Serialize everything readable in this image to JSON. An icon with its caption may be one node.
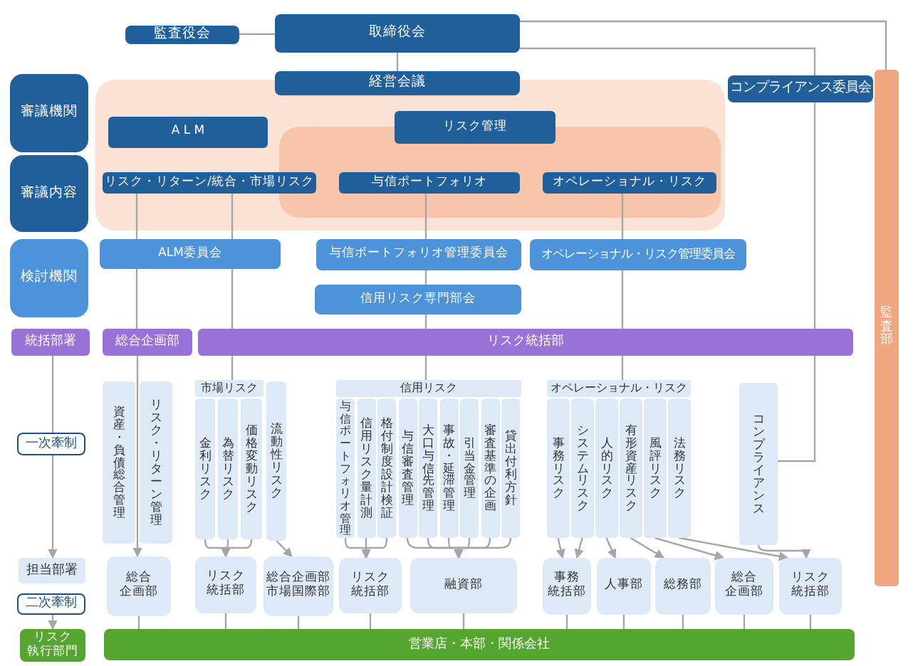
{
  "diagram": {
    "nodes": [
      {
        "text": [
          "監査役会"
        ]
      },
      {
        "text": [
          "取締役会"
        ]
      },
      {
        "text": [
          "審議機関"
        ]
      },
      {
        "text": [
          "審議内容"
        ]
      },
      {
        "text": [
          "経営会議"
        ]
      },
      {
        "text": [],
        "shape": "box"
      },
      {
        "text": [
          "A L M"
        ],
        "in": 5
      },
      {
        "text": [
          "リスク管理"
        ],
        "in": 5
      },
      {
        "text": [],
        "shape": "box",
        "in": 5
      },
      {
        "text": [
          "リスク・リターン/統合・市場リスク"
        ],
        "in": 5
      },
      {
        "text": [
          "与信ポートフォリオ"
        ],
        "in": 8
      },
      {
        "text": [
          "オペレーショナル・リスク"
        ],
        "in": 8
      },
      {
        "text": [
          "コンプライアンス委員会"
        ]
      },
      {
        "text": [
          "監査部"
        ]
      },
      {
        "text": [
          "検討機関"
        ]
      },
      {
        "text": [
          "ALM委員会"
        ]
      },
      {
        "text": [
          "与信ポートフォリオ管理委員会"
        ]
      },
      {
        "text": [
          "オペレーショナル・リスク管理委員会"
        ]
      },
      {
        "text": [
          "信用リスク専門部会"
        ]
      },
      {
        "text": [
          "統括部署"
        ]
      },
      {
        "text": [
          "総合企画部"
        ]
      },
      {
        "text": [
          "リスク統括部"
        ]
      },
      {
        "text": [
          "一次牽制"
        ]
      },
      {
        "text": [
          "資産・負債総合管理"
        ]
      },
      {
        "text": [
          "リスク・リターン管理"
        ]
      },
      {
        "text": [
          "市場リスク"
        ]
      },
      {
        "text": [
          "金利リスク"
        ]
      },
      {
        "text": [
          "為替リスク"
        ]
      },
      {
        "text": [
          "価格変動リスク"
        ]
      },
      {
        "text": [
          "流動性リスク"
        ]
      },
      {
        "text": [
          "信用リスク"
        ]
      },
      {
        "text": [
          "与信ポートフォリオ管理"
        ]
      },
      {
        "text": [
          "信用リスク量計測"
        ]
      },
      {
        "text": [
          "格付制度設計検証"
        ]
      },
      {
        "text": [
          "与信審査管理"
        ]
      },
      {
        "text": [
          "大口与信先管理"
        ]
      },
      {
        "text": [
          "事故・延滞管理"
        ]
      },
      {
        "text": [
          "引当金管理"
        ]
      },
      {
        "text": [
          "審査基準の企画"
        ]
      },
      {
        "text": [
          "貸出付利方針"
        ]
      },
      {
        "text": [
          "オペレーショナル・リスク"
        ]
      },
      {
        "text": [
          "事務リスク"
        ]
      },
      {
        "text": [
          "システムリスク"
        ]
      },
      {
        "text": [
          "人的リスク"
        ]
      },
      {
        "text": [
          "有形資産リスク"
        ]
      },
      {
        "text": [
          "風評リスク"
        ]
      },
      {
        "text": [
          "法務リスク"
        ]
      },
      {
        "text": [
          "コンプライアンス"
        ]
      },
      {
        "text": [
          "担当部署"
        ]
      },
      {
        "text": [
          "二次牽制"
        ]
      },
      {
        "text": [
          "総合企画部"
        ]
      },
      {
        "text": [
          "リスク統括部"
        ]
      },
      {
        "text": [
          "総合企画部",
          "市場国際部"
        ]
      },
      {
        "text": [
          "リスク統括部"
        ]
      },
      {
        "text": [
          "融資部"
        ]
      },
      {
        "text": [
          "事務統括部"
        ]
      },
      {
        "text": [
          "人事部"
        ]
      },
      {
        "text": [
          "総務部"
        ]
      },
      {
        "text": [
          "総合企画部"
        ]
      },
      {
        "text": [
          "リスク統括部"
        ]
      },
      {
        "text": [
          "リスク執行部門"
        ]
      },
      {
        "text": [
          "営業店・本部・関係会社"
        ]
      }
    ],
    "edges": [
      {
        "from": 0,
        "to": 1,
        "arrow": "none"
      },
      {
        "from": 1,
        "to": 4,
        "arrow": "none"
      },
      {
        "from": 1,
        "to": 12,
        "arrow": "none"
      },
      {
        "from": 1,
        "to": 13,
        "arrow": "none"
      },
      {
        "from": 9,
        "to": 15,
        "arrow": "none"
      },
      {
        "from": 9,
        "to": 15,
        "arrow": "none"
      },
      {
        "from": 10,
        "to": 16,
        "arrow": "none"
      },
      {
        "from": 11,
        "to": 17,
        "arrow": "none"
      },
      {
        "from": 16,
        "to": 18,
        "arrow": "none"
      },
      {
        "from": 15,
        "to": 20,
        "arrow": "none"
      },
      {
        "from": 15,
        "to": 21,
        "arrow": "none"
      },
      {
        "from": 18,
        "to": 21,
        "arrow": "none"
      },
      {
        "from": 17,
        "to": 21,
        "arrow": "none"
      },
      {
        "from": 12,
        "to": 21,
        "arrow": "none"
      },
      {
        "from": 19,
        "to": 22,
        "arrow": "none"
      },
      {
        "from": 20,
        "to": 50,
        "arrow": "to"
      },
      {
        "from": 21,
        "to": 25,
        "arrow": "none"
      },
      {
        "from": 21,
        "to": 30,
        "arrow": "none"
      },
      {
        "from": 21,
        "to": 40,
        "arrow": "none"
      },
      {
        "from": 21,
        "to": 47,
        "arrow": "none"
      },
      {
        "from": 22,
        "to": 48,
        "arrow": "to"
      },
      {
        "from": 26,
        "to": 51,
        "arrow": "to"
      },
      {
        "from": 27,
        "to": 51,
        "arrow": "to"
      },
      {
        "from": 28,
        "to": 51,
        "arrow": "to"
      },
      {
        "from": 29,
        "to": 52,
        "arrow": "to"
      },
      {
        "from": 31,
        "to": 53,
        "arrow": "to"
      },
      {
        "from": 32,
        "to": 53,
        "arrow": "to"
      },
      {
        "from": 33,
        "to": 53,
        "arrow": "to"
      },
      {
        "from": 34,
        "to": 54,
        "arrow": "to"
      },
      {
        "from": 35,
        "to": 54,
        "arrow": "to"
      },
      {
        "from": 36,
        "to": 54,
        "arrow": "to"
      },
      {
        "from": 37,
        "to": 54,
        "arrow": "to"
      },
      {
        "from": 38,
        "to": 54,
        "arrow": "to"
      },
      {
        "from": 39,
        "to": 54,
        "arrow": "to"
      },
      {
        "from": 41,
        "to": 55,
        "arrow": "to"
      },
      {
        "from": 42,
        "to": 55,
        "arrow": "to"
      },
      {
        "from": 43,
        "to": 56,
        "arrow": "to"
      },
      {
        "from": 44,
        "to": 57,
        "arrow": "to"
      },
      {
        "from": 45,
        "to": 58,
        "arrow": "to"
      },
      {
        "from": 46,
        "to": 59,
        "arrow": "to"
      },
      {
        "from": 47,
        "to": 59,
        "arrow": "to"
      },
      {
        "from": 49,
        "to": 60,
        "arrow": "to"
      },
      {
        "from": 50,
        "to": 61,
        "arrow": "none"
      },
      {
        "from": 51,
        "to": 61,
        "arrow": "none"
      },
      {
        "from": 52,
        "to": 61,
        "arrow": "none"
      },
      {
        "from": 53,
        "to": 61,
        "arrow": "none"
      },
      {
        "from": 54,
        "to": 61,
        "arrow": "none"
      },
      {
        "from": 55,
        "to": 61,
        "arrow": "none"
      },
      {
        "from": 56,
        "to": 61,
        "arrow": "none"
      },
      {
        "from": 57,
        "to": 61,
        "arrow": "none"
      },
      {
        "from": 58,
        "to": 61,
        "arrow": "none"
      },
      {
        "from": 59,
        "to": 61,
        "arrow": "none"
      }
    ]
  }
}
